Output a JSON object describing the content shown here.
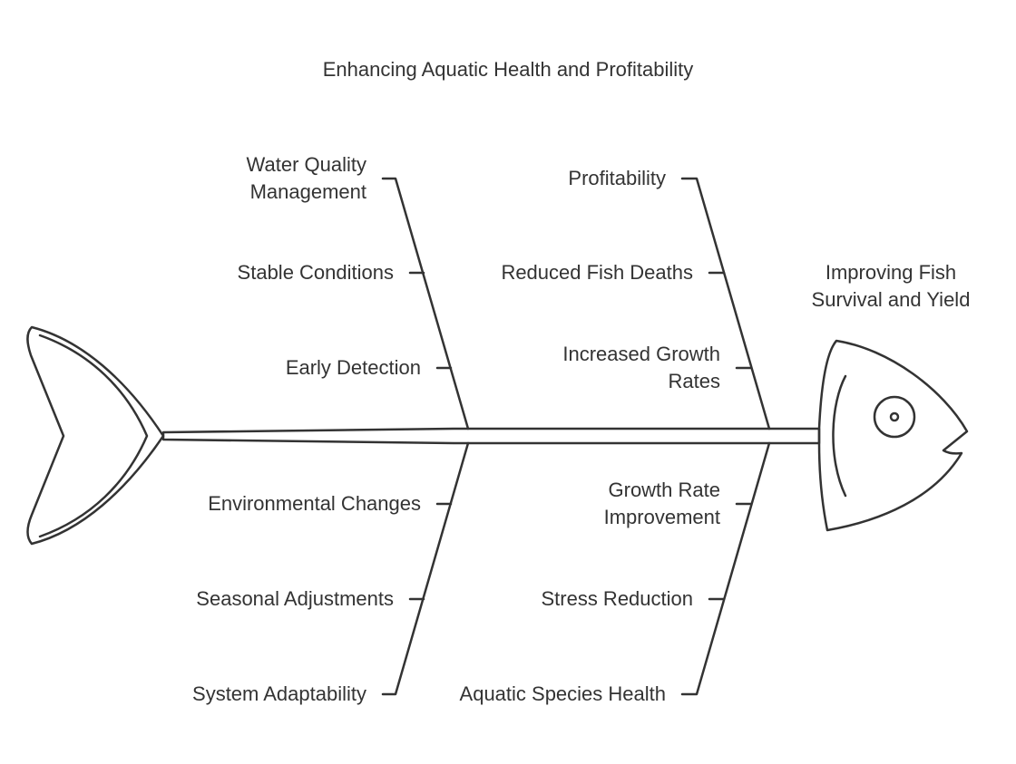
{
  "title": "Enhancing Aquatic Health and Profitability",
  "head_label": "Improving Fish\nSurvival and Yield",
  "branches": {
    "top_left": {
      "causes": [
        "Water Quality\nManagement",
        "Stable Conditions",
        "Early Detection"
      ]
    },
    "top_right": {
      "causes": [
        "Profitability",
        "Reduced Fish Deaths",
        "Increased Growth\nRates"
      ]
    },
    "bottom_left": {
      "causes": [
        "Environmental Changes",
        "Seasonal Adjustments",
        "System Adaptability"
      ]
    },
    "bottom_right": {
      "causes": [
        "Growth Rate\nImprovement",
        "Stress Reduction",
        "Aquatic Species Health"
      ]
    }
  },
  "colors": {
    "stroke": "#333333",
    "text": "#333333",
    "background": "#ffffff"
  }
}
